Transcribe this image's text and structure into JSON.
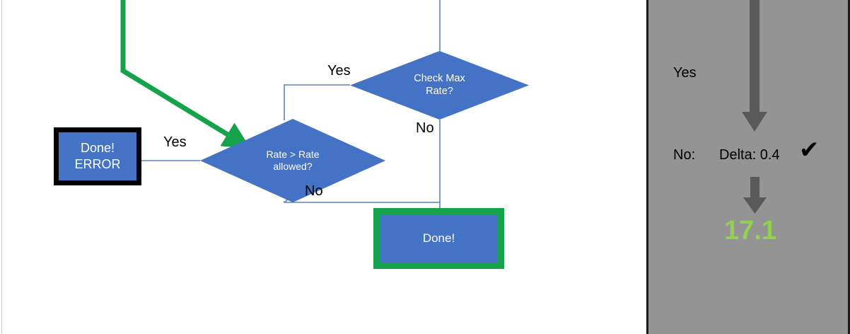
{
  "flowchart": {
    "nodes": [
      {
        "id": "check-max-rate",
        "shape": "diamond",
        "label": "Check Max\nRate?",
        "line1": "Check Max",
        "line2": "Rate?"
      },
      {
        "id": "rate-gt-allowed",
        "shape": "diamond",
        "label": "Rate > Rate\nallowed?",
        "line1": "Rate > Rate",
        "line2": "allowed?"
      },
      {
        "id": "done-error",
        "shape": "box",
        "line1": "Done!",
        "line2": "ERROR"
      },
      {
        "id": "done-ok",
        "shape": "box",
        "line1": "Done!"
      }
    ],
    "edge_labels": {
      "check_max_yes": "Yes",
      "check_max_no": "No",
      "rate_yes": "Yes",
      "rate_no": "No"
    },
    "colors": {
      "node_fill": "#4472c4",
      "node_text": "#ffffff",
      "error_border": "#000000",
      "success_border": "#14a34a",
      "highlight_arrow": "#14a34a",
      "connector": "#5b83c0"
    }
  },
  "results_panel": {
    "label_yes": "Yes",
    "label_no": "No:",
    "label_delta": "Delta: 0.4",
    "check_icon": "✔",
    "result_value": "17.1",
    "colors": {
      "background": "#949494",
      "arrow": "#595959",
      "result_text": "#92d050",
      "border": "#1a1a1a"
    }
  }
}
